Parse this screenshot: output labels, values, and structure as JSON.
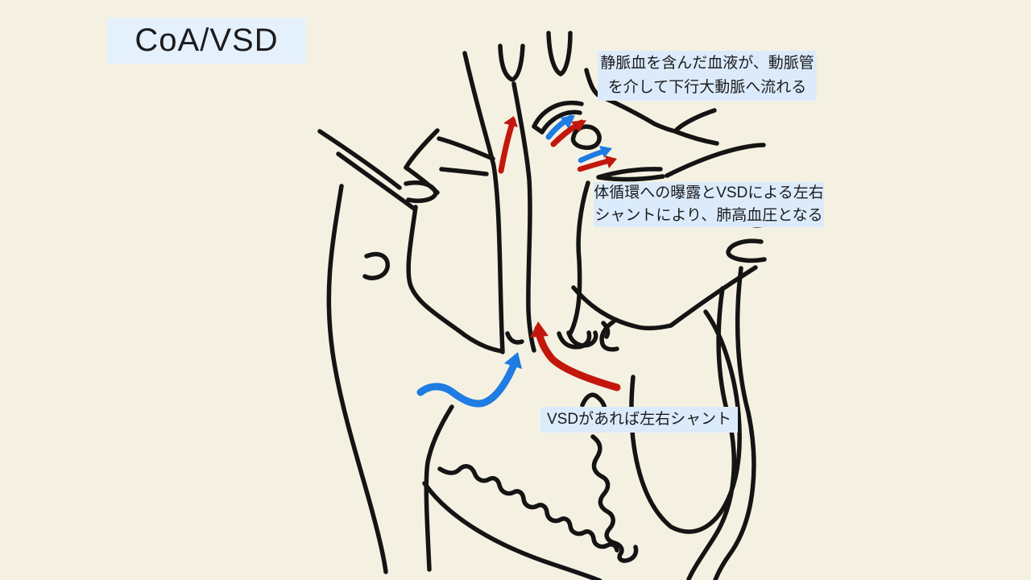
{
  "title": {
    "label": "CoA/VSD"
  },
  "colors": {
    "background": "#f5f1e2",
    "label_background": "#dcebfb",
    "title_background": "#e5f0fd",
    "ink": "#141414",
    "arrow_red": "#c3170d",
    "arrow_blue": "#1e7ce2",
    "text": "#1b1b1d"
  },
  "annotations": [
    {
      "id": "ductus-flow",
      "lines": [
        "静脈血を含んだ血液が、動脈管",
        "を介して下行大動脈へ流れる"
      ]
    },
    {
      "id": "pulmonary-hypertension",
      "lines": [
        "体循環への曝露とVSDによる左右",
        "シャントにより、肺高血圧となる"
      ]
    },
    {
      "id": "vsd-shunt",
      "lines": [
        "VSDがあれば左右シャント"
      ]
    }
  ],
  "diagram": {
    "subject": "hand-drawn heart with coarctation of aorta and VSD",
    "arrows": [
      {
        "id": "ascending-aorta-red-arrow",
        "color": "red",
        "meaning": "flow up ascending aorta"
      },
      {
        "id": "ductus-blue-arrow",
        "color": "blue",
        "meaning": "venous flow through ductus arteriosus"
      },
      {
        "id": "ductus-red-arrow",
        "color": "red",
        "meaning": "arterial flow through ductus arteriosus"
      },
      {
        "id": "descending-blue-arrow",
        "color": "blue",
        "meaning": "mixed venous flow to descending aorta"
      },
      {
        "id": "descending-red-arrow",
        "color": "red",
        "meaning": "mixed arterial flow to descending aorta"
      },
      {
        "id": "rv-outflow-blue-arrow",
        "color": "blue",
        "meaning": "right ventricle outflow"
      },
      {
        "id": "lv-outflow-red-arrow",
        "color": "red",
        "meaning": "left ventricle outflow"
      }
    ]
  }
}
